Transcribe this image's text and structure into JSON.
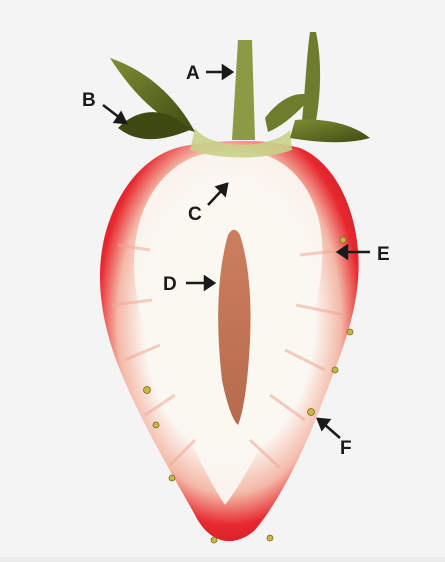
{
  "labels": {
    "a": "A",
    "b": "B",
    "c": "C",
    "d": "D",
    "e": "E",
    "f": "F"
  },
  "colors": {
    "background": "#f4f4f4",
    "flesh_red": "#e8292f",
    "flesh_dark_red": "#c41c22",
    "pith_white": "#fbf7f2",
    "core_brown": "#b85a3a",
    "sepal_green": "#4a5a1a",
    "stem_green": "#8c9a45",
    "seed_yellow": "#c9b545",
    "arrow": "#1a1a1a"
  }
}
